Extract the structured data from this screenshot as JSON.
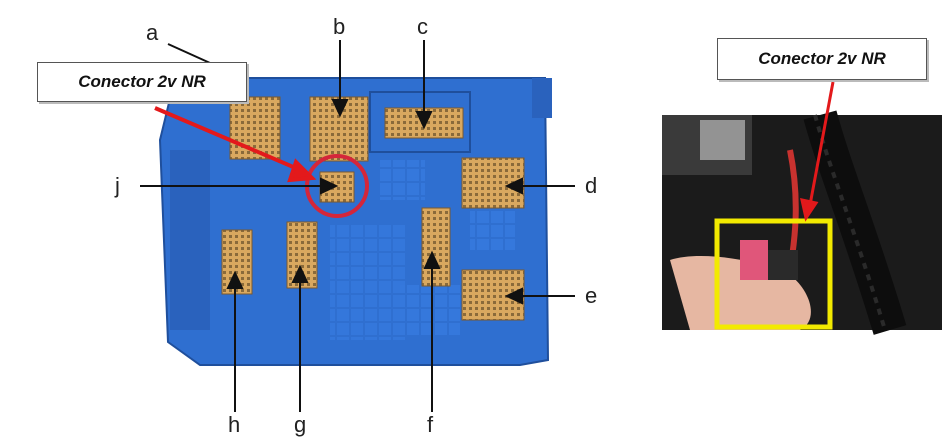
{
  "callouts": {
    "left": "Conector 2v NR",
    "right": "Conector 2v NR"
  },
  "labels": {
    "a": "a",
    "b": "b",
    "c": "c",
    "d": "d",
    "e": "e",
    "f": "f",
    "g": "g",
    "h": "h",
    "j": "j"
  },
  "colors": {
    "fuse_box": "#2f6fd0",
    "connector": "#d9a85f",
    "arrow_red": "#e3191b",
    "highlight_circle": "#d4263a",
    "highlight_box": "#f2ea00"
  }
}
